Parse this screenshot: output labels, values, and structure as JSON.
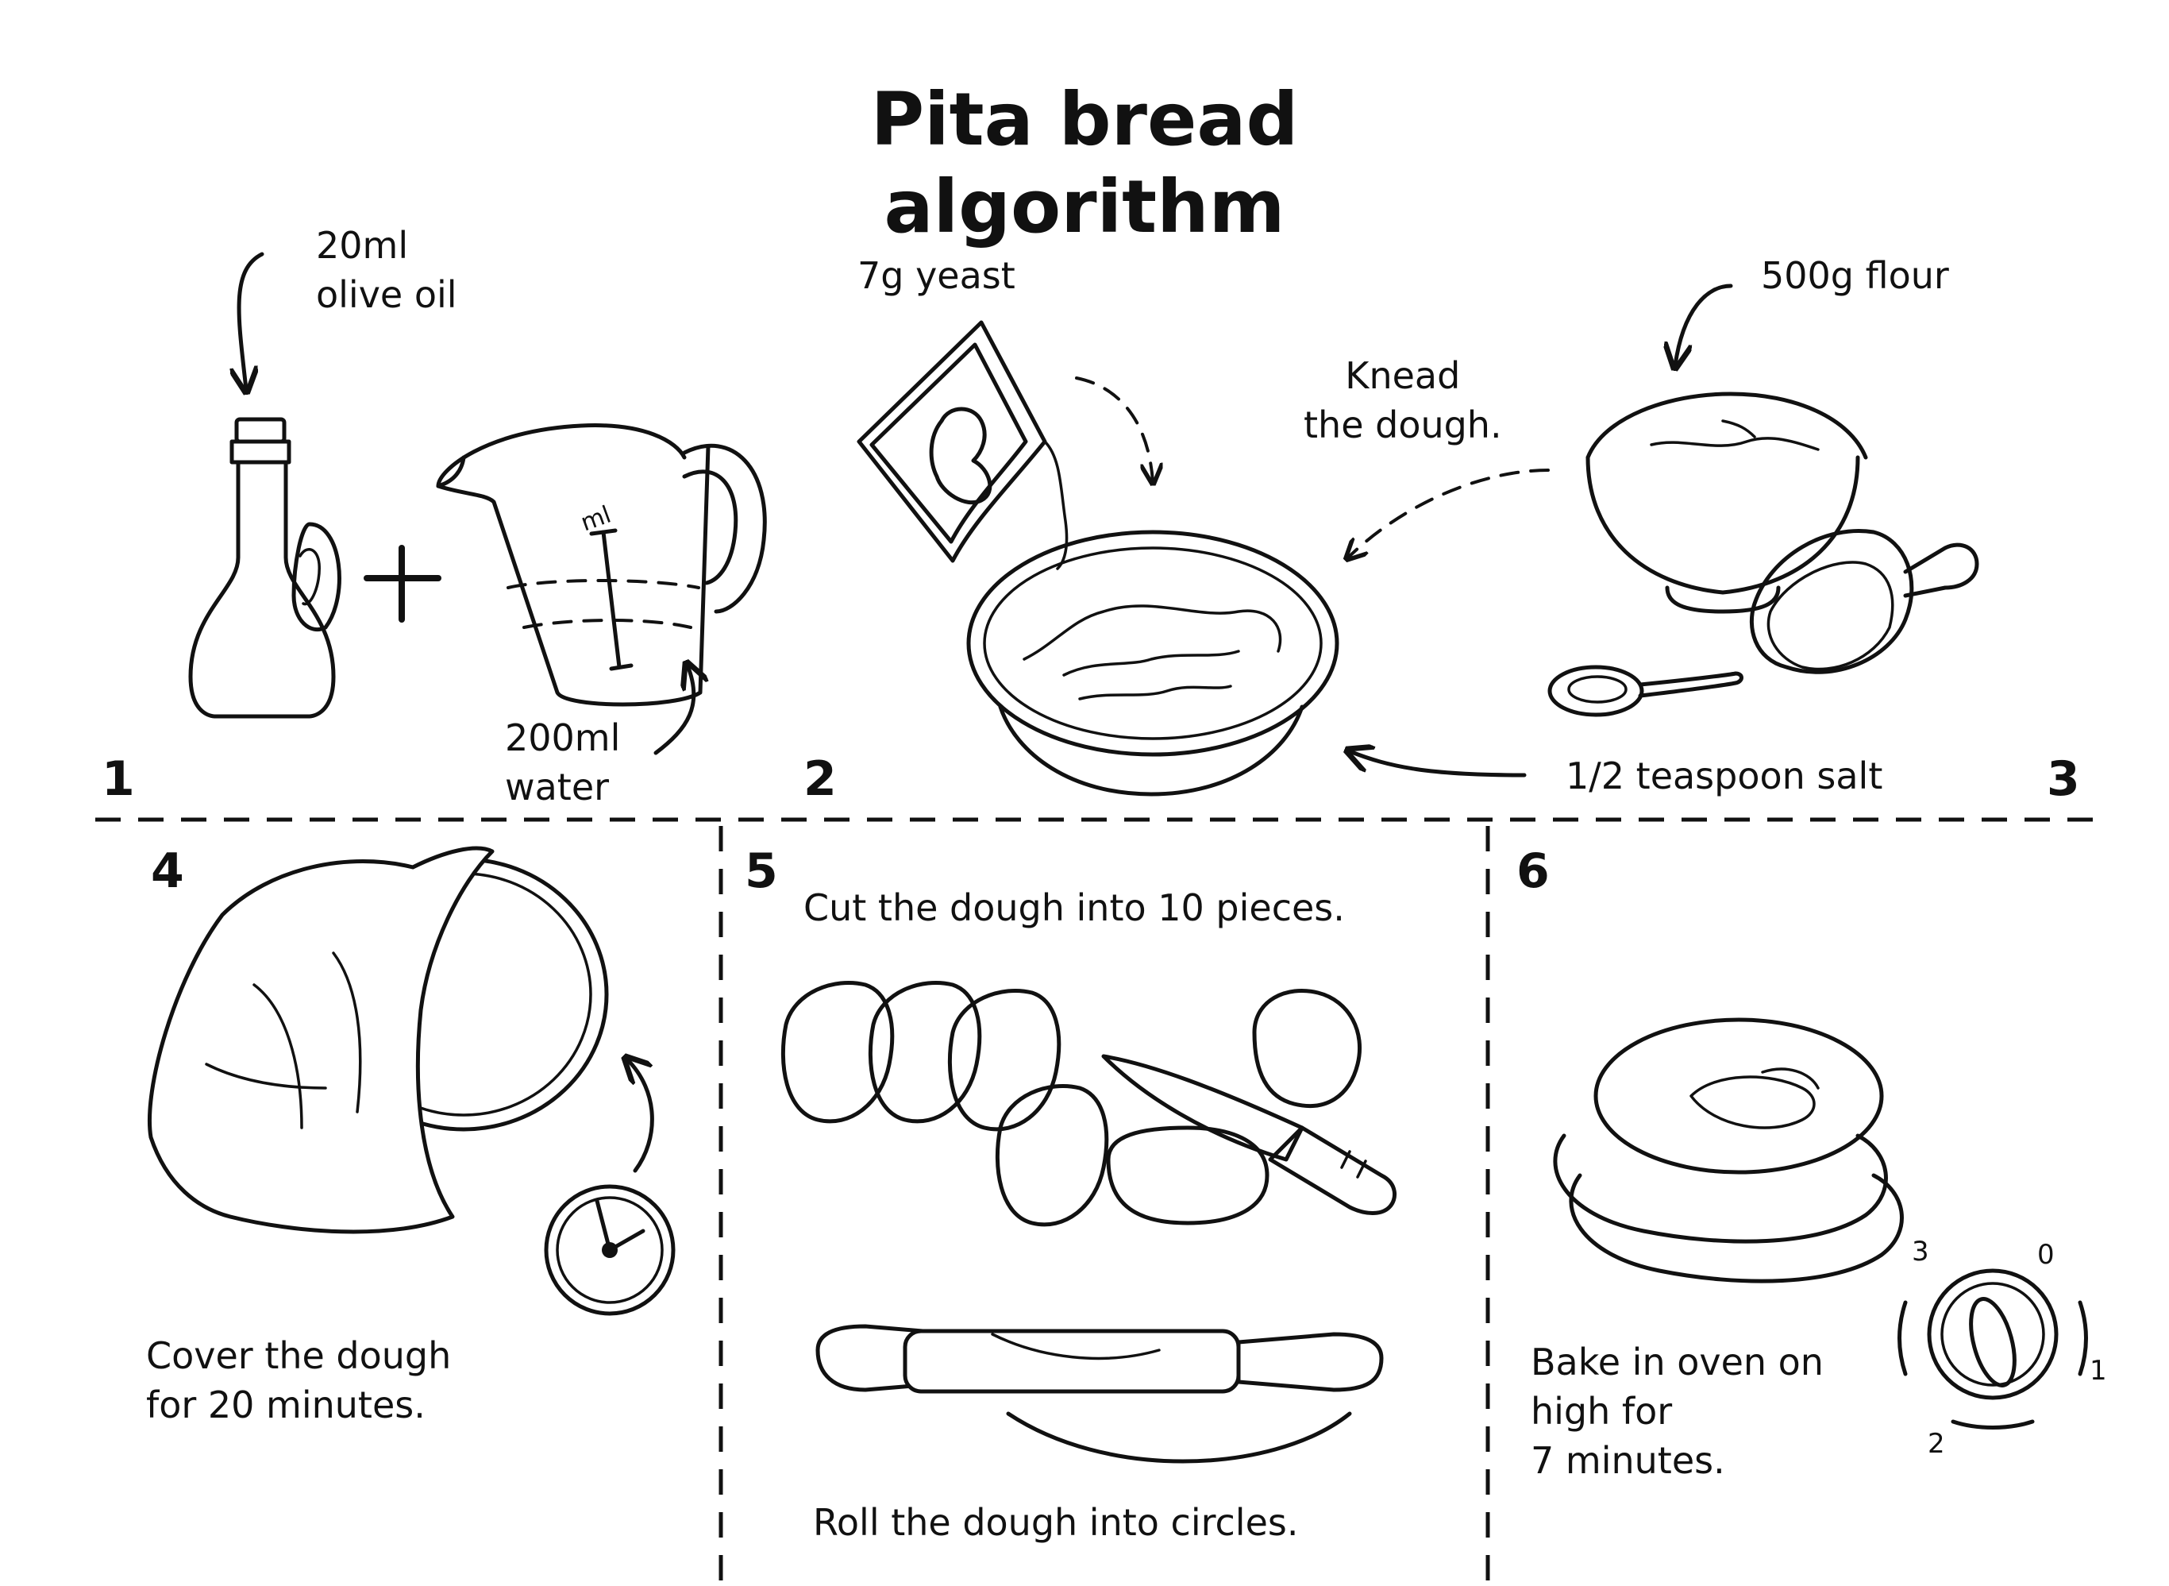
{
  "title": "Pita bread algorithm",
  "steps": [
    {
      "number": "1",
      "labels": {
        "oil": "20ml\nolive oil",
        "water": "200ml\nwater"
      }
    },
    {
      "number": "2",
      "labels": {
        "yeast": "7g yeast"
      }
    },
    {
      "number": "3",
      "labels": {
        "flour": "500g flour",
        "salt": "1/2 teaspoon salt",
        "knead": "Knead\nthe dough."
      }
    },
    {
      "number": "4",
      "text": "Cover the dough\nfor 20 minutes."
    },
    {
      "number": "5",
      "text_top": "Cut the dough into 10 pieces.",
      "text_bottom": "Roll the dough into circles."
    },
    {
      "number": "6",
      "text": "Bake in oven on\nhigh for\n7 minutes."
    }
  ],
  "jug_unit": "ml",
  "oven_dial": [
    "0",
    "1",
    "2",
    "3"
  ],
  "colors": {
    "ink": "#111111",
    "paper": "#ffffff"
  }
}
